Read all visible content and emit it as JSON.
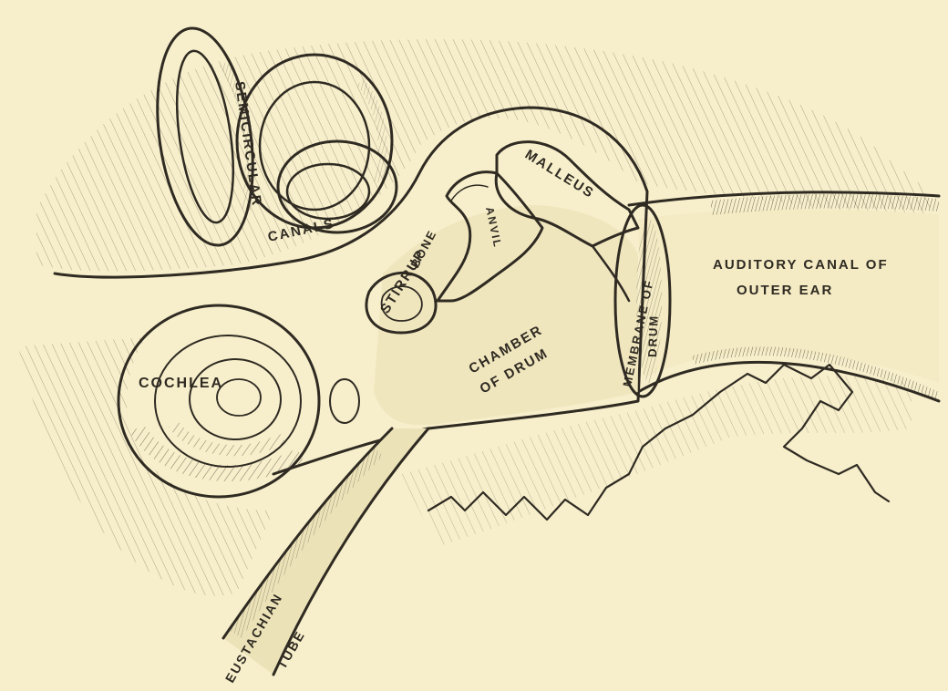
{
  "diagram": {
    "labels": {
      "semicircular": "SEMICIRCULAR",
      "canals": "CANALS",
      "malleus": "MALLEUS",
      "anvil": "ANVIL",
      "stirrup": "STIRRUP",
      "bone": "BONE",
      "chamber": "CHAMBER",
      "of_drum": "OF DRUM",
      "membrane_of": "MEMBRANE OF",
      "drum": "DRUM",
      "auditory_line1": "AUDITORY CANAL OF",
      "auditory_line2": "OUTER EAR",
      "cochlea": "COCHLEA",
      "eustachian": "EUSTACHIAN",
      "tube": "TUBE"
    },
    "colors": {
      "paper": "#f7efcb",
      "ink": "#2f2a22",
      "shade": "#d9cfa8",
      "light": "#ece2b8"
    }
  }
}
